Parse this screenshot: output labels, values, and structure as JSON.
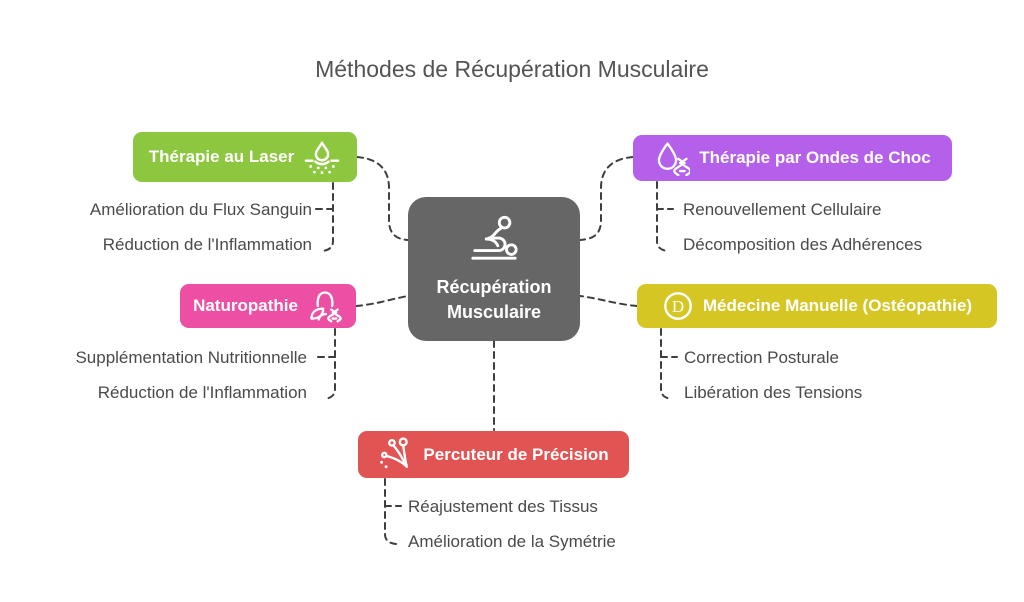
{
  "title": "Méthodes de Récupération Musculaire",
  "center": {
    "label": "Récupération Musculaire",
    "icon": "massage-icon",
    "color": "#666666"
  },
  "branches": [
    {
      "label": "Thérapie au Laser",
      "icon": "laser-skin-icon",
      "color": "#8DC63F",
      "items": [
        "Amélioration du Flux Sanguin",
        "Réduction de l'Inflammation"
      ]
    },
    {
      "label": "Thérapie par Ondes de Choc",
      "icon": "droplet-dna-icon",
      "color": "#B560EA",
      "items": [
        "Renouvellement Cellulaire",
        "Décomposition des Adhérences"
      ]
    },
    {
      "label": "Naturopathie",
      "icon": "person-leaf-dna-icon",
      "color": "#EC4FA3",
      "items": [
        "Supplémentation Nutritionnelle",
        "Réduction de l'Inflammation"
      ]
    },
    {
      "label": "Médecine Manuelle (Ostéopathie)",
      "icon": "circled-d-icon",
      "color": "#D5C623",
      "items": [
        "Correction Posturale",
        "Libération des Tensions"
      ]
    },
    {
      "label": "Percuteur de Précision",
      "icon": "nerve-percussion-icon",
      "color": "#E15453",
      "items": [
        "Réajustement des Tissus",
        "Amélioration de la Symétrie"
      ]
    }
  ],
  "colors": {
    "connector": "#3E3E3E",
    "title_text": "#545454",
    "subitem_text": "#4A4A4A",
    "node_text": "#FFFFFF"
  }
}
